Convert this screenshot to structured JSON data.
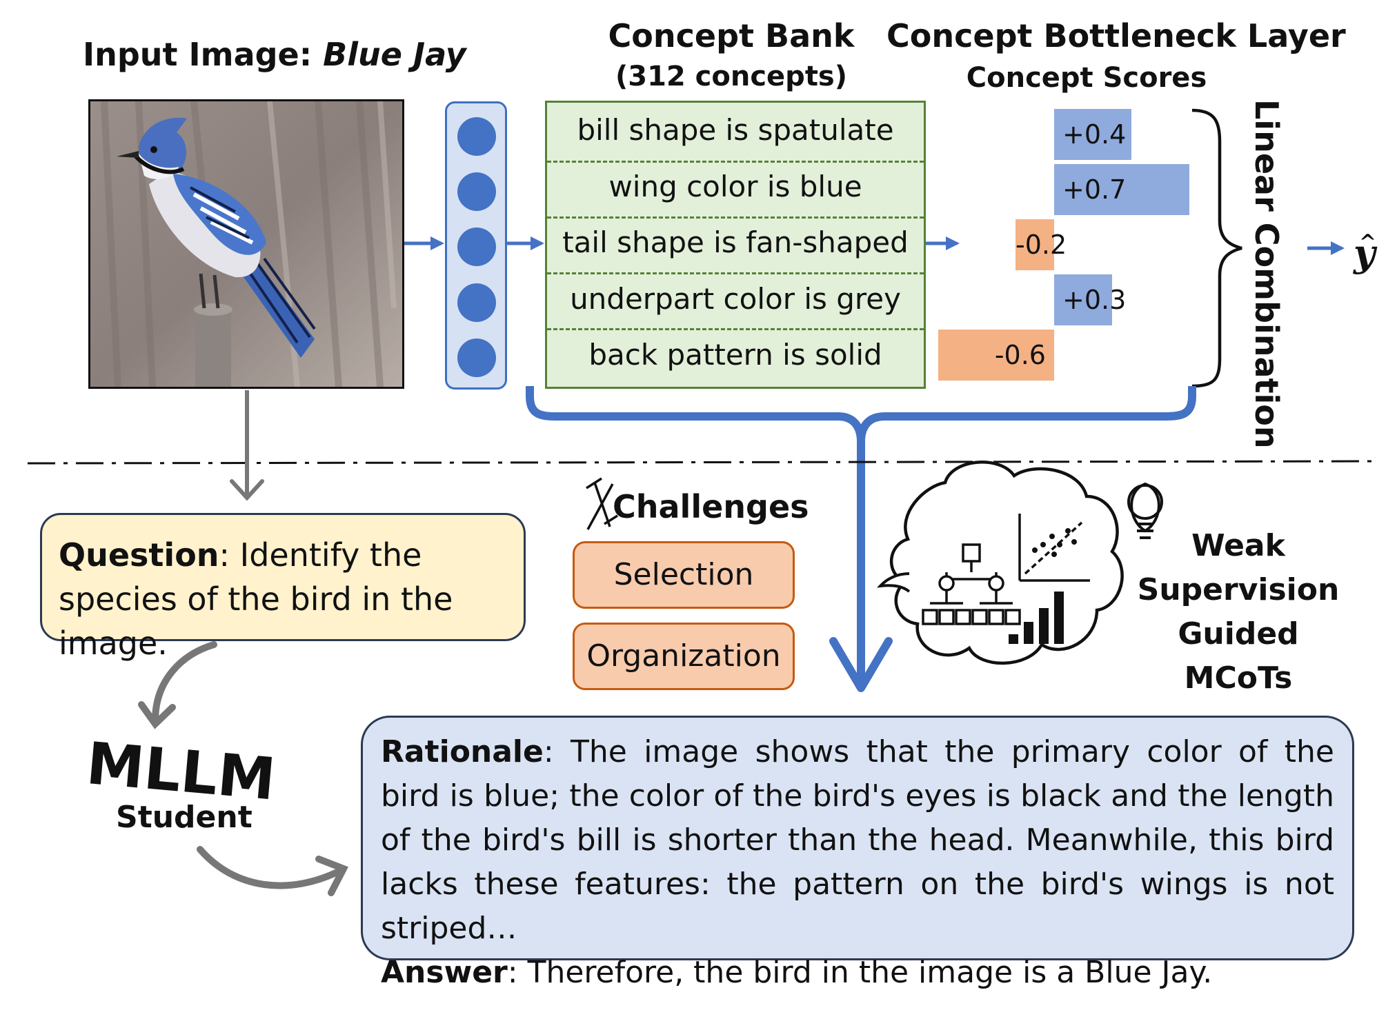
{
  "input": {
    "label_prefix": "Input Image: ",
    "species": "Blue Jay"
  },
  "concept_bank": {
    "title": "Concept Bank",
    "count": "(312 concepts)",
    "concepts": [
      "bill shape is spatulate",
      "wing color is blue",
      "tail shape is fan-shaped",
      "underpart color is grey",
      "back pattern is solid"
    ]
  },
  "bottleneck": {
    "title": "Concept Bottleneck Layer",
    "subtitle": "Concept Scores",
    "scores": [
      {
        "label": "+0.4",
        "value": 0.4
      },
      {
        "label": "+0.7",
        "value": 0.7
      },
      {
        "label": "-0.2",
        "value": -0.2
      },
      {
        "label": "+0.3",
        "value": 0.3
      },
      {
        "label": "-0.6",
        "value": -0.6
      }
    ],
    "combination_label": "Linear Combination",
    "output_symbol": "y"
  },
  "question": {
    "label": "Question",
    "text": ": Identify the species of the bird in the image."
  },
  "challenges": {
    "title": "Challenges",
    "items": [
      "Selection",
      "Organization"
    ]
  },
  "weak_supervision": {
    "lines": [
      "Weak",
      "Supervision",
      "Guided",
      "MCoTs"
    ]
  },
  "student": {
    "model": "MLLM",
    "role": "Student"
  },
  "rationale": {
    "label": "Rationale",
    "text": ": The image shows that the primary color of the bird is blue; the color of the bird's eyes is black and the length of the bird's bill is shorter than the head. Meanwhile, this bird lacks these features: the pattern on the bird's wings is not striped…",
    "answer_label": "Answer",
    "answer_text": ": Therefore, the bird in the image is a Blue Jay."
  },
  "colors": {
    "arrow_blue": "#4472c4",
    "positive_bar": "#8faadc",
    "negative_bar": "#f4b183",
    "concept_fill": "#e2efd9",
    "question_fill": "#fff2cc",
    "rationale_fill": "#dae3f3",
    "challenge_fill": "#f8cbad"
  }
}
